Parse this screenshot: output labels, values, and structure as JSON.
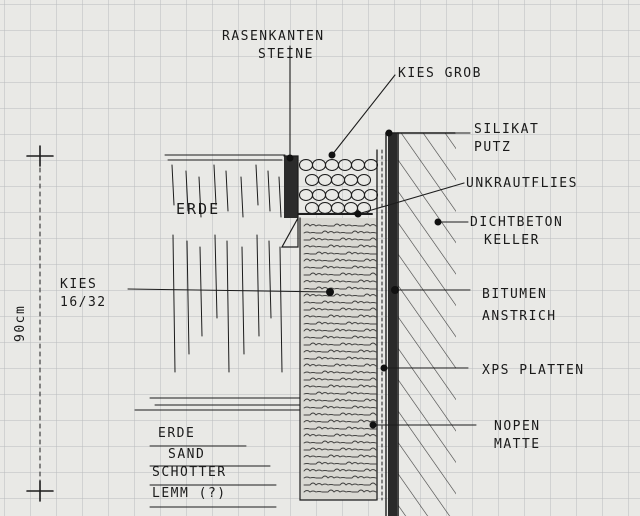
{
  "labels": {
    "rasenkanten_line1": "RASENKANTEN",
    "rasenkanten_line2": "STEINE",
    "kies_grob": "KIES GROB",
    "silikat_line1": "SILIKAT",
    "silikat_line2": "PUTZ",
    "unkrautvlies": "UNKRAUTFLIES",
    "dichtbeton_line1": "DICHTBETON",
    "dichtbeton_line2": "KELLER",
    "erde": "ERDE",
    "kies_line1": "KIES",
    "kies_line2": "16/32",
    "bitumen_line1": "BITUMEN",
    "bitumen_line2": "ANSTRICH",
    "xps": "XPS PLATTEN",
    "noppen_line1": "NOPEN",
    "noppen_line2": "MATTE",
    "dimension": "90cm",
    "layers": [
      "ERDE",
      "SAND",
      "SCHOTTER",
      "LEMM (?)"
    ]
  },
  "colors": {
    "paper": "#e9e9e6",
    "grid": "#b9bcbd",
    "ink": "#1c1c1c"
  }
}
